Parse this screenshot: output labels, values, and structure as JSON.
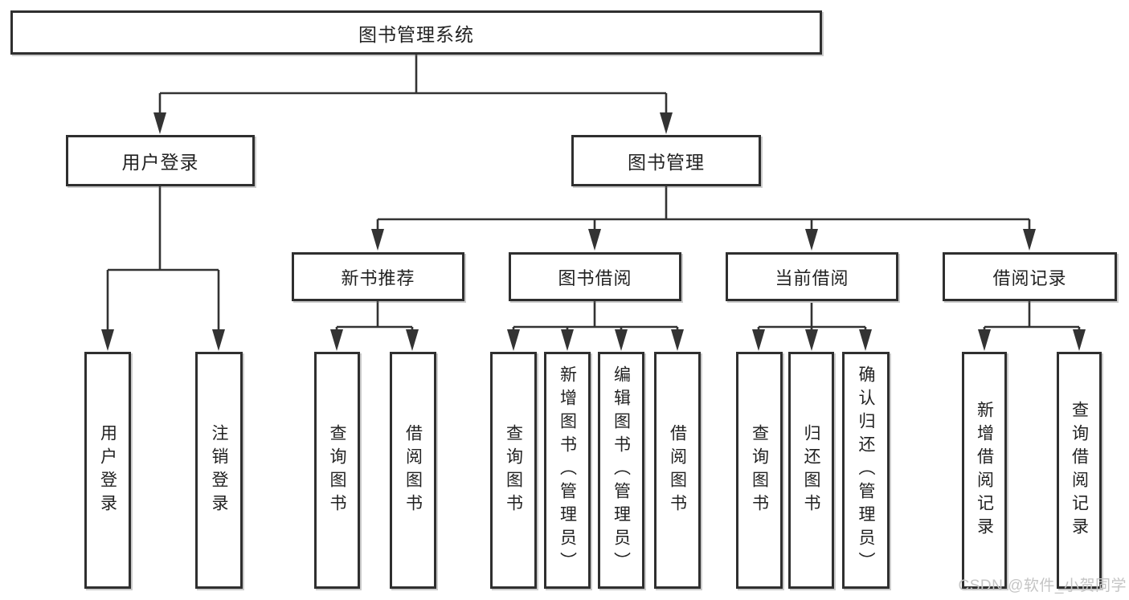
{
  "diagram_title": "图书管理系统",
  "nodes": {
    "root": {
      "label": "图书管理系统"
    },
    "level2": {
      "userLogin": {
        "label": "用户登录"
      },
      "bookMgmt": {
        "label": "图书管理"
      }
    },
    "level3": {
      "newBookRec": {
        "label": "新书推荐"
      },
      "bookBorrow": {
        "label": "图书借阅"
      },
      "currentBorrow": {
        "label": "当前借阅"
      },
      "borrowRecords": {
        "label": "借阅记录"
      }
    },
    "leaves": {
      "userLogin": [
        "用户登录",
        "注销登录"
      ],
      "newBookRec": [
        "查询图书",
        "借阅图书"
      ],
      "bookBorrow": [
        "查询图书",
        "新增图书（管理员）",
        "编辑图书（管理员）",
        "借阅图书"
      ],
      "currentBorrow": [
        "查询图书",
        "归还图书",
        "确认归还（管理员）"
      ],
      "borrowRecords": [
        "新增借阅记录",
        "查询借阅记录"
      ]
    }
  },
  "watermark": {
    "text": "CSDN @软件_小贺同学"
  },
  "colors": {
    "line": "#333333",
    "box_border": "#2f2f2f",
    "text": "#222222",
    "watermark": "#c5c5c5",
    "background": "#ffffff"
  }
}
